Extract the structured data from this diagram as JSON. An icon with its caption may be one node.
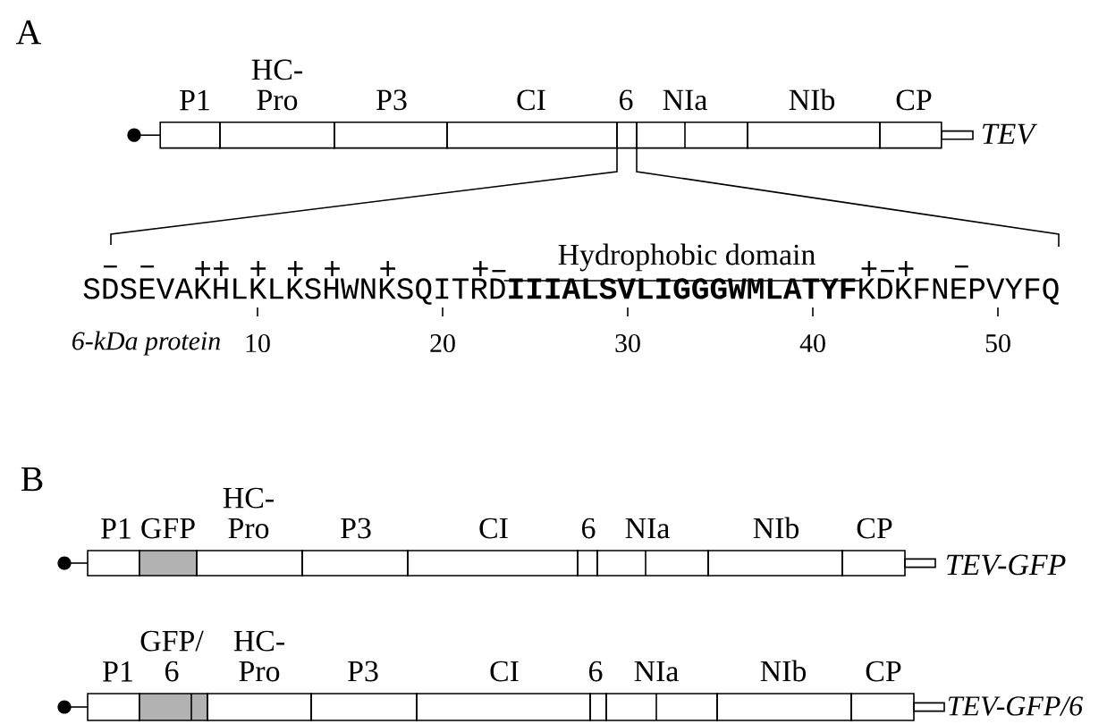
{
  "diagram": {
    "nodes": [
      {
        "text": [
          "P1"
        ]
      },
      {
        "text": [
          "HC- Pro"
        ]
      },
      {
        "text": [
          "P3"
        ]
      },
      {
        "text": [
          "CI"
        ]
      },
      {
        "text": [
          "6"
        ]
      },
      {
        "text": [
          "NIa"
        ]
      },
      {
        "text": [
          "NIb"
        ]
      },
      {
        "text": [
          "CP"
        ]
      },
      {
        "text": [
          "P1"
        ]
      },
      {
        "text": [
          "GFP"
        ]
      },
      {
        "text": [
          "HC- Pro"
        ]
      },
      {
        "text": [
          "P3"
        ]
      },
      {
        "text": [
          "CI"
        ]
      },
      {
        "text": [
          "6"
        ]
      },
      {
        "text": [
          "NIa"
        ]
      },
      {
        "text": [
          "NIb"
        ]
      },
      {
        "text": [
          "CP"
        ]
      },
      {
        "text": [
          "P1"
        ]
      },
      {
        "text": [
          "GFP/ 6"
        ]
      },
      {
        "text": [
          "HC- Pro"
        ]
      },
      {
        "text": [
          "P3"
        ]
      },
      {
        "text": [
          "CI"
        ]
      },
      {
        "text": [
          "6"
        ]
      },
      {
        "text": [
          "NIa"
        ]
      },
      {
        "text": [
          "NIb"
        ]
      },
      {
        "text": [
          "CP"
        ]
      }
    ],
    "labels": [
      "A",
      "TEV",
      "Hydrophobic domain",
      "–",
      "–",
      "++",
      "+",
      "+",
      "+",
      "+",
      "+–",
      "+–+",
      "–",
      "SDSEVAKHLKLKSHWNKSQITRD**IIIALSVLIGGGWMLATYF**KDKFNEPVYFQ",
      "6-kDa protein",
      "10",
      "20",
      "30",
      "40",
      "50",
      "B",
      "TEV-GFP",
      "TEV-GFP/6"
    ]
  }
}
